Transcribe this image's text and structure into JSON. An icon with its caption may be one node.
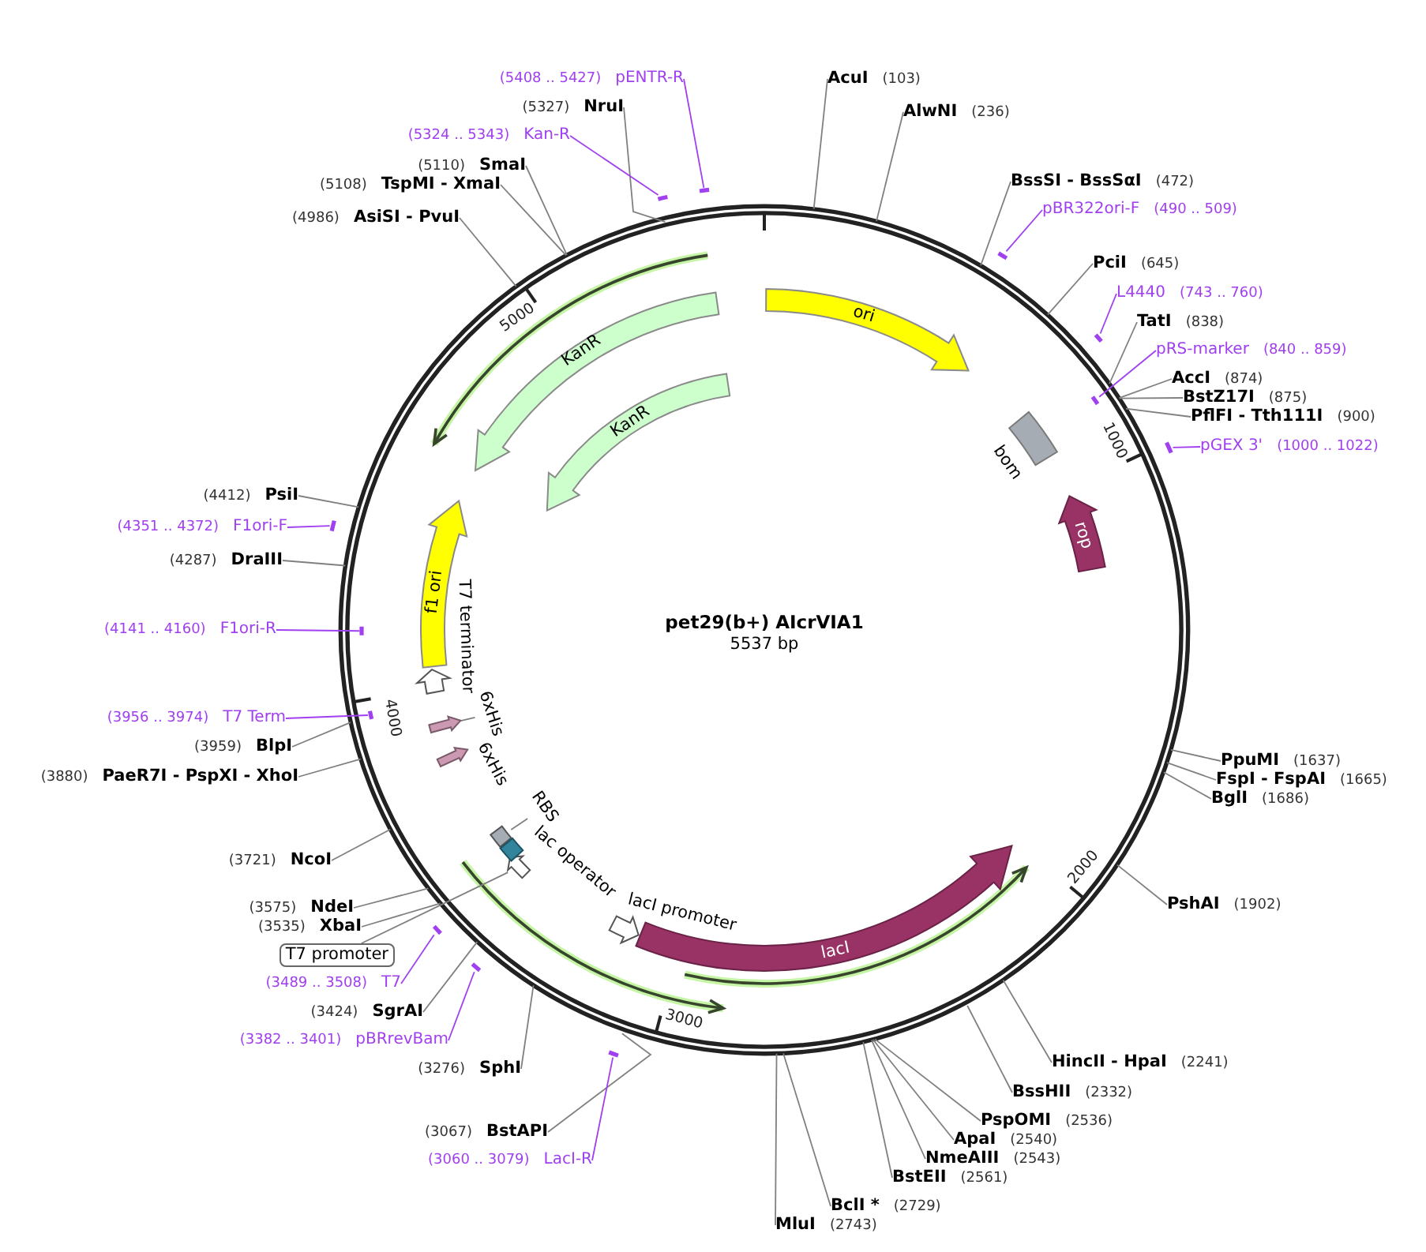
{
  "diagram": {
    "title": "pet29(b+) AIcrVIA1",
    "nodes": [
      {
        "text": [
          "(5408 .. 5427)",
          "pENTR-R"
        ]
      },
      {
        "text": [
          "AcuI",
          "(103)"
        ]
      },
      {
        "text": [
          "(5327)",
          "NruI"
        ]
      },
      {
        "text": [
          "AlwNI",
          "(236)"
        ]
      },
      {
        "text": [
          "(5324 .. 5343)",
          "Kan-R"
        ]
      },
      {
        "text": [
          "(5110)",
          "SmaI"
        ]
      },
      {
        "text": [
          "BssSI - BssSαI",
          "(472)"
        ]
      },
      {
        "text": [
          "(5108)",
          "TspMI - XmaI"
        ]
      },
      {
        "text": [
          "pBR322ori-F",
          "(490 .. 509)"
        ]
      },
      {
        "text": [
          "(4986)",
          "AsiSI - PvuI"
        ]
      },
      {
        "text": [
          "PciI",
          "(645)"
        ]
      },
      {
        "text": [
          "L4440",
          "(743 .. 760)"
        ]
      },
      {
        "text": [
          "TatI",
          "(838)"
        ]
      },
      {
        "text": [
          "pRS-marker",
          "(840 .. 859)"
        ]
      },
      {
        "text": [
          "AccI",
          "(874)"
        ]
      },
      {
        "text": [
          "BstZ17I",
          "(875)"
        ]
      },
      {
        "text": [
          "PflFI - Tth111I",
          "(900)"
        ]
      },
      {
        "text": [
          "pGEX 3'",
          "(1000 .. 1022)"
        ]
      },
      {
        "text": [
          "(4412)",
          "PsiI"
        ]
      },
      {
        "text": [
          "(4351 .. 4372)",
          "F1ori-F"
        ]
      },
      {
        "text": [
          "(4287)",
          "DraIII"
        ]
      },
      {
        "text": [
          "(4141 .. 4160)",
          "F1ori-R"
        ]
      },
      {
        "text": [
          "(3956 .. 3974)",
          "T7 Term"
        ]
      },
      {
        "text": [
          "(3959)",
          "BlpI"
        ]
      },
      {
        "text": [
          "(3880)",
          "PaeR7I - PspXI - XhoI"
        ]
      },
      {
        "text": [
          "PpuMI",
          "(1637)"
        ]
      },
      {
        "text": [
          "FspI - FspAI",
          "(1665)"
        ]
      },
      {
        "text": [
          "BglI",
          "(1686)"
        ]
      },
      {
        "text": [
          "(3721)",
          "NcoI"
        ]
      },
      {
        "text": [
          "PshAI",
          "(1902)"
        ]
      },
      {
        "text": [
          "(3575)",
          "NdeI"
        ]
      },
      {
        "text": [
          "(3535)",
          "XbaI"
        ]
      },
      {
        "text": [
          "T7 promoter"
        ]
      },
      {
        "text": [
          "(3489 .. 3508)",
          "T7"
        ]
      },
      {
        "text": [
          "(3424)",
          "SgrAI"
        ]
      },
      {
        "text": [
          "(3382 .. 3401)",
          "pBRrevBam"
        ]
      },
      {
        "text": [
          "HincII - HpaI",
          "(2241)"
        ]
      },
      {
        "text": [
          "(3276)",
          "SphI"
        ]
      },
      {
        "text": [
          "BssHII",
          "(2332)"
        ]
      },
      {
        "text": [
          "PspOMI",
          "(2536)"
        ]
      },
      {
        "text": [
          "(3067)",
          "BstAPI"
        ]
      },
      {
        "text": [
          "ApaI",
          "(2540)"
        ]
      },
      {
        "text": [
          "NmeAIII",
          "(2543)"
        ]
      },
      {
        "text": [
          "(3060 .. 3079)",
          "LacI-R"
        ]
      },
      {
        "text": [
          "BstEII",
          "(2561)"
        ]
      },
      {
        "text": [
          "BclI *",
          "(2729)"
        ]
      },
      {
        "text": [
          "MluI",
          "(2743)"
        ]
      },
      {
        "text": [
          "KanR"
        ]
      },
      {
        "text": [
          "ori"
        ]
      },
      {
        "text": [
          "KanR"
        ]
      },
      {
        "text": [
          "bom"
        ]
      },
      {
        "text": [
          "rop"
        ]
      },
      {
        "text": [
          "f1 ori"
        ]
      },
      {
        "text": [
          "T7 terminator"
        ]
      },
      {
        "text": [
          "6xHis"
        ]
      },
      {
        "text": [],
        "shape": "arrow"
      },
      {
        "text": [
          "6xHis"
        ]
      },
      {
        "text": [
          "RBS"
        ]
      },
      {
        "text": [],
        "shape": "box"
      },
      {
        "text": [
          "lac operator"
        ]
      },
      {
        "text": [],
        "shape": "arrow"
      },
      {
        "text": [
          "lacI promoter"
        ]
      },
      {
        "text": [
          "lacI"
        ]
      },
      {
        "text": [],
        "shape": "bar"
      },
      {
        "text": [],
        "shape": "bar"
      },
      {
        "text": [],
        "shape": "bar"
      },
      {
        "text": [],
        "shape": "bar"
      },
      {
        "text": [],
        "shape": "bar"
      },
      {
        "text": [],
        "shape": "bar"
      },
      {
        "text": [],
        "shape": "bar"
      },
      {
        "text": [],
        "shape": "bar"
      },
      {
        "text": [],
        "shape": "bar"
      },
      {
        "text": [],
        "shape": "bar"
      },
      {
        "text": [],
        "shape": "bar"
      },
      {
        "text": [],
        "shape": "bar"
      }
    ],
    "edges": [
      {
        "from": 0,
        "to": 63,
        "arrow": "none",
        "color": "#a040f0"
      },
      {
        "from": 1,
        "to": null,
        "arrow": "none"
      },
      {
        "from": 2,
        "to": null,
        "arrow": "none"
      },
      {
        "from": 3,
        "to": null,
        "arrow": "none"
      },
      {
        "from": 4,
        "to": 64,
        "arrow": "none",
        "color": "#a040f0"
      },
      {
        "from": 5,
        "to": null,
        "arrow": "none"
      },
      {
        "from": 6,
        "to": null,
        "arrow": "none"
      },
      {
        "from": 7,
        "to": null,
        "arrow": "none"
      },
      {
        "from": 8,
        "to": 65,
        "arrow": "none",
        "color": "#a040f0"
      },
      {
        "from": 9,
        "to": null,
        "arrow": "none"
      },
      {
        "from": 10,
        "to": null,
        "arrow": "none"
      },
      {
        "from": 11,
        "to": 66,
        "arrow": "none",
        "color": "#a040f0"
      },
      {
        "from": 12,
        "to": null,
        "arrow": "none"
      },
      {
        "from": 13,
        "to": 67,
        "arrow": "none",
        "color": "#a040f0"
      },
      {
        "from": 14,
        "to": null,
        "arrow": "none"
      },
      {
        "from": 15,
        "to": null,
        "arrow": "none"
      },
      {
        "from": 16,
        "to": null,
        "arrow": "none"
      },
      {
        "from": 17,
        "to": 68,
        "arrow": "none",
        "color": "#a040f0"
      },
      {
        "from": 18,
        "to": null,
        "arrow": "none"
      },
      {
        "from": 19,
        "to": 69,
        "arrow": "none",
        "color": "#a040f0"
      },
      {
        "from": 20,
        "to": null,
        "arrow": "none"
      },
      {
        "from": 21,
        "to": 70,
        "arrow": "none",
        "color": "#a040f0"
      },
      {
        "from": 22,
        "to": 71,
        "arrow": "none",
        "color": "#a040f0"
      },
      {
        "from": 23,
        "to": null,
        "arrow": "none"
      },
      {
        "from": 24,
        "to": null,
        "arrow": "none"
      },
      {
        "from": 25,
        "to": null,
        "arrow": "none"
      },
      {
        "from": 26,
        "to": null,
        "arrow": "none"
      },
      {
        "from": 27,
        "to": null,
        "arrow": "none"
      },
      {
        "from": 28,
        "to": null,
        "arrow": "none"
      },
      {
        "from": 29,
        "to": null,
        "arrow": "none"
      },
      {
        "from": 30,
        "to": null,
        "arrow": "none"
      },
      {
        "from": 31,
        "to": null,
        "arrow": "none"
      },
      {
        "from": 32,
        "to": 60,
        "arrow": "none"
      },
      {
        "from": 33,
        "to": 72,
        "arrow": "none",
        "color": "#a040f0"
      },
      {
        "from": 34,
        "to": null,
        "arrow": "none"
      },
      {
        "from": 35,
        "to": 73,
        "arrow": "none",
        "color": "#a040f0"
      },
      {
        "from": 36,
        "to": null,
        "arrow": "none"
      },
      {
        "from": 37,
        "to": null,
        "arrow": "none"
      },
      {
        "from": 38,
        "to": null,
        "arrow": "none"
      },
      {
        "from": 39,
        "to": null,
        "arrow": "none"
      },
      {
        "from": 40,
        "to": null,
        "arrow": "none"
      },
      {
        "from": 41,
        "to": null,
        "arrow": "none"
      },
      {
        "from": 42,
        "to": null,
        "arrow": "none"
      },
      {
        "from": 43,
        "to": 74,
        "arrow": "none",
        "color": "#a040f0"
      },
      {
        "from": 44,
        "to": null,
        "arrow": "none"
      },
      {
        "from": 45,
        "to": null,
        "arrow": "none"
      },
      {
        "from": 46,
        "to": null,
        "arrow": "none"
      },
      {
        "from": 54,
        "to": 55,
        "arrow": "none"
      },
      {
        "from": 57,
        "to": 58,
        "arrow": "none"
      }
    ],
    "labels": [
      "5000",
      "1000",
      "5537 bp",
      "4000",
      "2000",
      "3000"
    ]
  }
}
